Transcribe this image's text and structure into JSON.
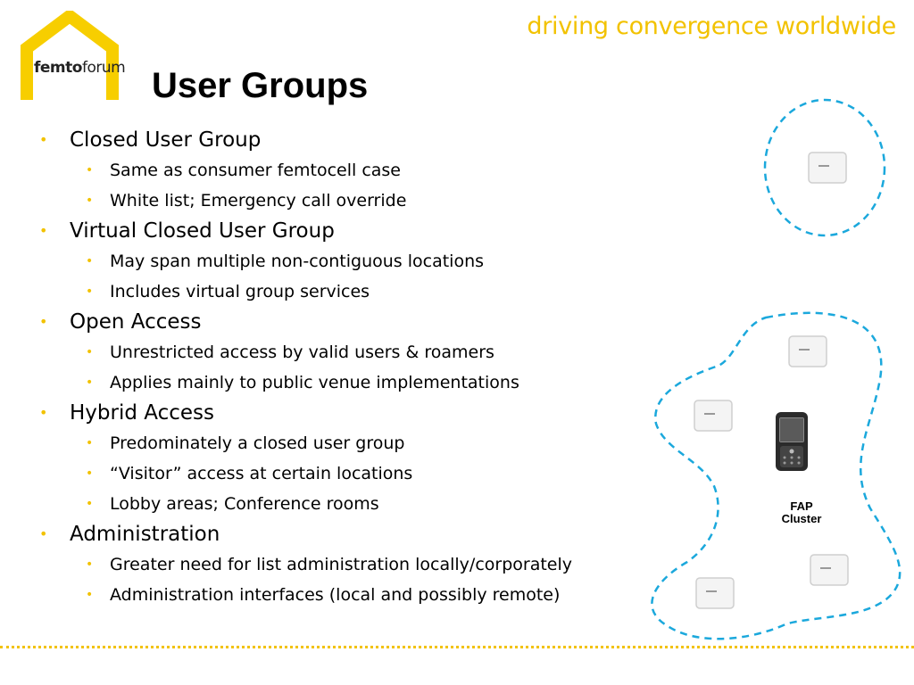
{
  "header": {
    "logo_text_bold": "femto",
    "logo_text_regular": "forum",
    "tagline": "driving convergence worldwide"
  },
  "slide": {
    "title": "User Groups",
    "sections": [
      {
        "heading": "Closed User Group",
        "items": [
          "Same as consumer femtocell case",
          "White list; Emergency call override"
        ]
      },
      {
        "heading": "Virtual Closed User Group",
        "items": [
          "May span multiple non-contiguous locations",
          "Includes virtual group services"
        ]
      },
      {
        "heading": "Open Access",
        "items": [
          "Unrestricted access by valid users & roamers",
          "Applies mainly to public venue implementations"
        ]
      },
      {
        "heading": "Hybrid Access",
        "items": [
          "Predominately a closed user group",
          "“Visitor” access at certain locations",
          "Lobby areas; Conference rooms"
        ]
      },
      {
        "heading": "Administration",
        "items": [
          "Greater need for list administration locally/corporately",
          "Administration interfaces (local and possibly remote)"
        ]
      }
    ]
  },
  "diagram": {
    "cluster_label_line1": "FAP",
    "cluster_label_line2": "Cluster",
    "accent_color": "#F2C200",
    "outline_color": "#1BA8DC"
  }
}
